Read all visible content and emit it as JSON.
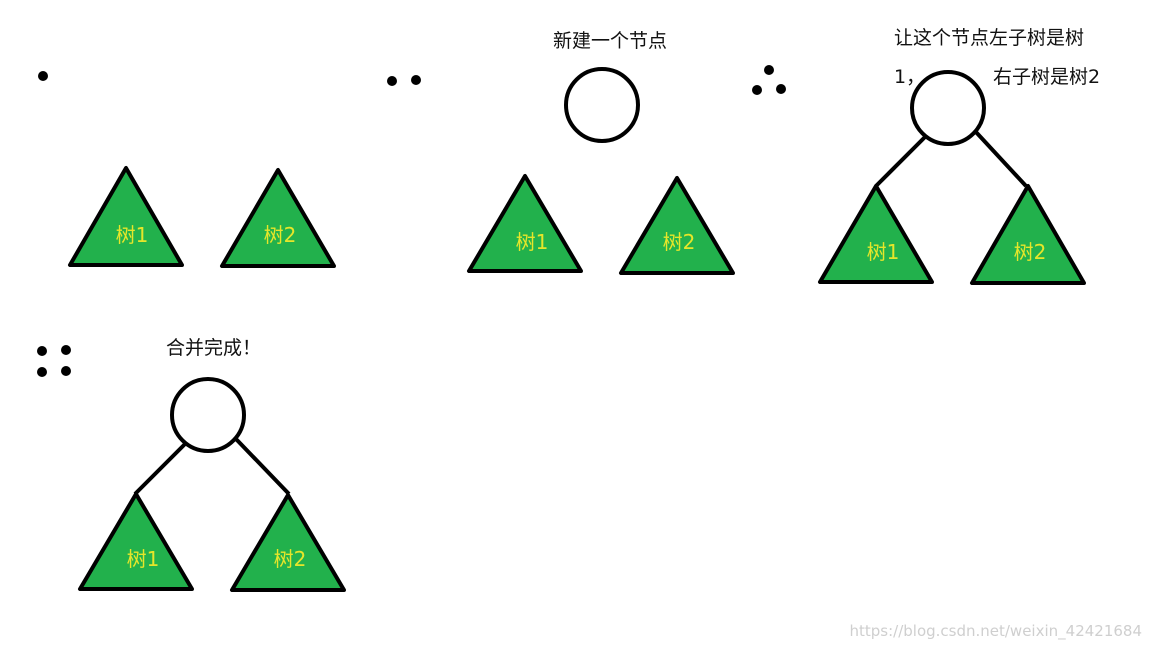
{
  "colors": {
    "tree_fill": "#22b14c",
    "stroke": "#000000",
    "tree_label": "#e6e62a",
    "node_fill": "#ffffff",
    "watermark": "#cfcfcf"
  },
  "steps": [
    {
      "step_dots": 1,
      "trees": [
        {
          "label": "树1"
        },
        {
          "label": "树2"
        }
      ]
    },
    {
      "step_dots": 2,
      "caption": "新建一个节点",
      "trees": [
        {
          "label": "树1"
        },
        {
          "label": "树2"
        }
      ]
    },
    {
      "step_dots": 3,
      "caption_line1": "让这个节点左子树是树",
      "caption_line2a": "1，",
      "caption_line2b": "右子树是树2",
      "trees": [
        {
          "label": "树1"
        },
        {
          "label": "树2"
        }
      ]
    },
    {
      "step_dots": 4,
      "caption": "合并完成！",
      "trees": [
        {
          "label": "树1"
        },
        {
          "label": "树2"
        }
      ]
    }
  ],
  "watermark": "https://blog.csdn.net/weixin_42421684"
}
